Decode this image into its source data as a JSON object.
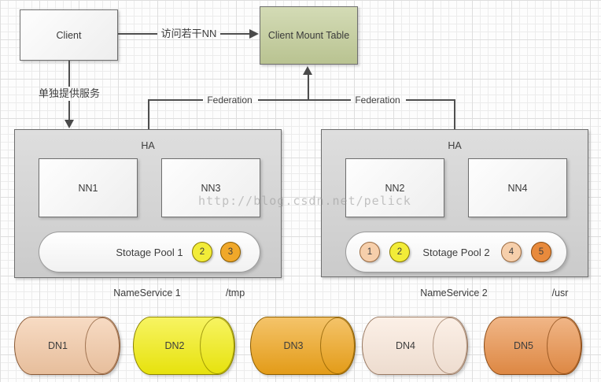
{
  "client_label": "Client",
  "mount_table": {
    "label": "Client Mount Table",
    "fill": "#c5cf9d"
  },
  "edges": {
    "access_label": "访问若干NN",
    "standalone_label": "单独提供服务",
    "federation_left_label": "Federation",
    "federation_right_label": "Federation"
  },
  "nameservices": [
    {
      "ha_label": "HA",
      "namenodes": [
        "NN1",
        "NN3"
      ],
      "pool_label": "Stotage Pool 1",
      "blocks": [
        {
          "num": "2",
          "fill": "#f2ec38",
          "border": "#8a7a00"
        },
        {
          "num": "3",
          "fill": "#f0a82a",
          "border": "#8a5c00"
        }
      ],
      "caption": "NameService 1",
      "mount_path": "/tmp"
    },
    {
      "ha_label": "HA",
      "namenodes": [
        "NN2",
        "NN4"
      ],
      "pool_label": "Stotage Pool 2",
      "blocks": [
        {
          "num": "1",
          "fill": "#f6cfab",
          "border": "#9a6a40"
        },
        {
          "num": "2",
          "fill": "#f2ec38",
          "border": "#8a7a00"
        },
        {
          "num": "4",
          "fill": "#f6cfab",
          "border": "#9a6a40"
        },
        {
          "num": "5",
          "fill": "#e88a3c",
          "border": "#8a4a10"
        }
      ],
      "caption": "NameService 2",
      "mount_path": "/usr"
    }
  ],
  "datanodes": [
    {
      "label": "DN1",
      "fill": "#f3c8a4",
      "border": "#8a5a36"
    },
    {
      "label": "DN2",
      "fill": "#f3ee0e",
      "border": "#8a8200"
    },
    {
      "label": "DN3",
      "fill": "#efa41a",
      "border": "#8a5c00"
    },
    {
      "label": "DN4",
      "fill": "#fae8da",
      "border": "#9a7a62"
    },
    {
      "label": "DN5",
      "fill": "#e98f47",
      "border": "#8a4a15"
    }
  ],
  "watermark": "http://blog.csdn.net/pelick"
}
